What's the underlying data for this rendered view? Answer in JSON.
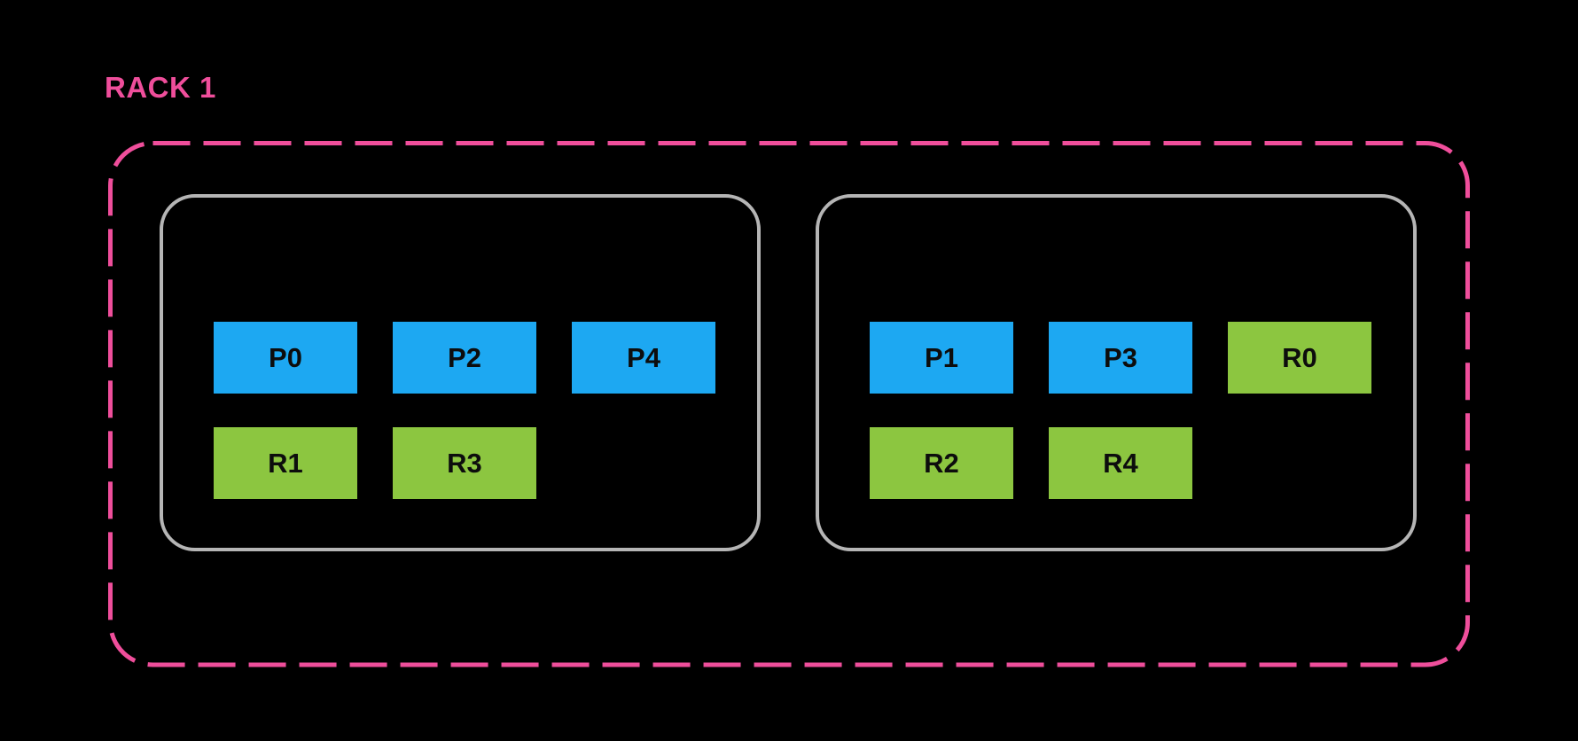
{
  "rack": {
    "label": "RACK 1",
    "nodes": [
      {
        "rows": [
          [
            {
              "label": "P0",
              "type": "primary"
            },
            {
              "label": "P2",
              "type": "primary"
            },
            {
              "label": "P4",
              "type": "primary"
            }
          ],
          [
            {
              "label": "R1",
              "type": "replica"
            },
            {
              "label": "R3",
              "type": "replica"
            }
          ]
        ]
      },
      {
        "rows": [
          [
            {
              "label": "P1",
              "type": "primary"
            },
            {
              "label": "P3",
              "type": "primary"
            },
            {
              "label": "R0",
              "type": "replica"
            }
          ],
          [
            {
              "label": "R2",
              "type": "replica"
            },
            {
              "label": "R4",
              "type": "replica"
            }
          ]
        ]
      }
    ]
  },
  "colors": {
    "background": "#000000",
    "rack_accent_pink": "#EF4E9B",
    "primary_blue": "#1DA8F2",
    "replica_green": "#8CC640",
    "node_border_gray": "#B5B5B5",
    "box_label_black": "#0D0D0D"
  }
}
